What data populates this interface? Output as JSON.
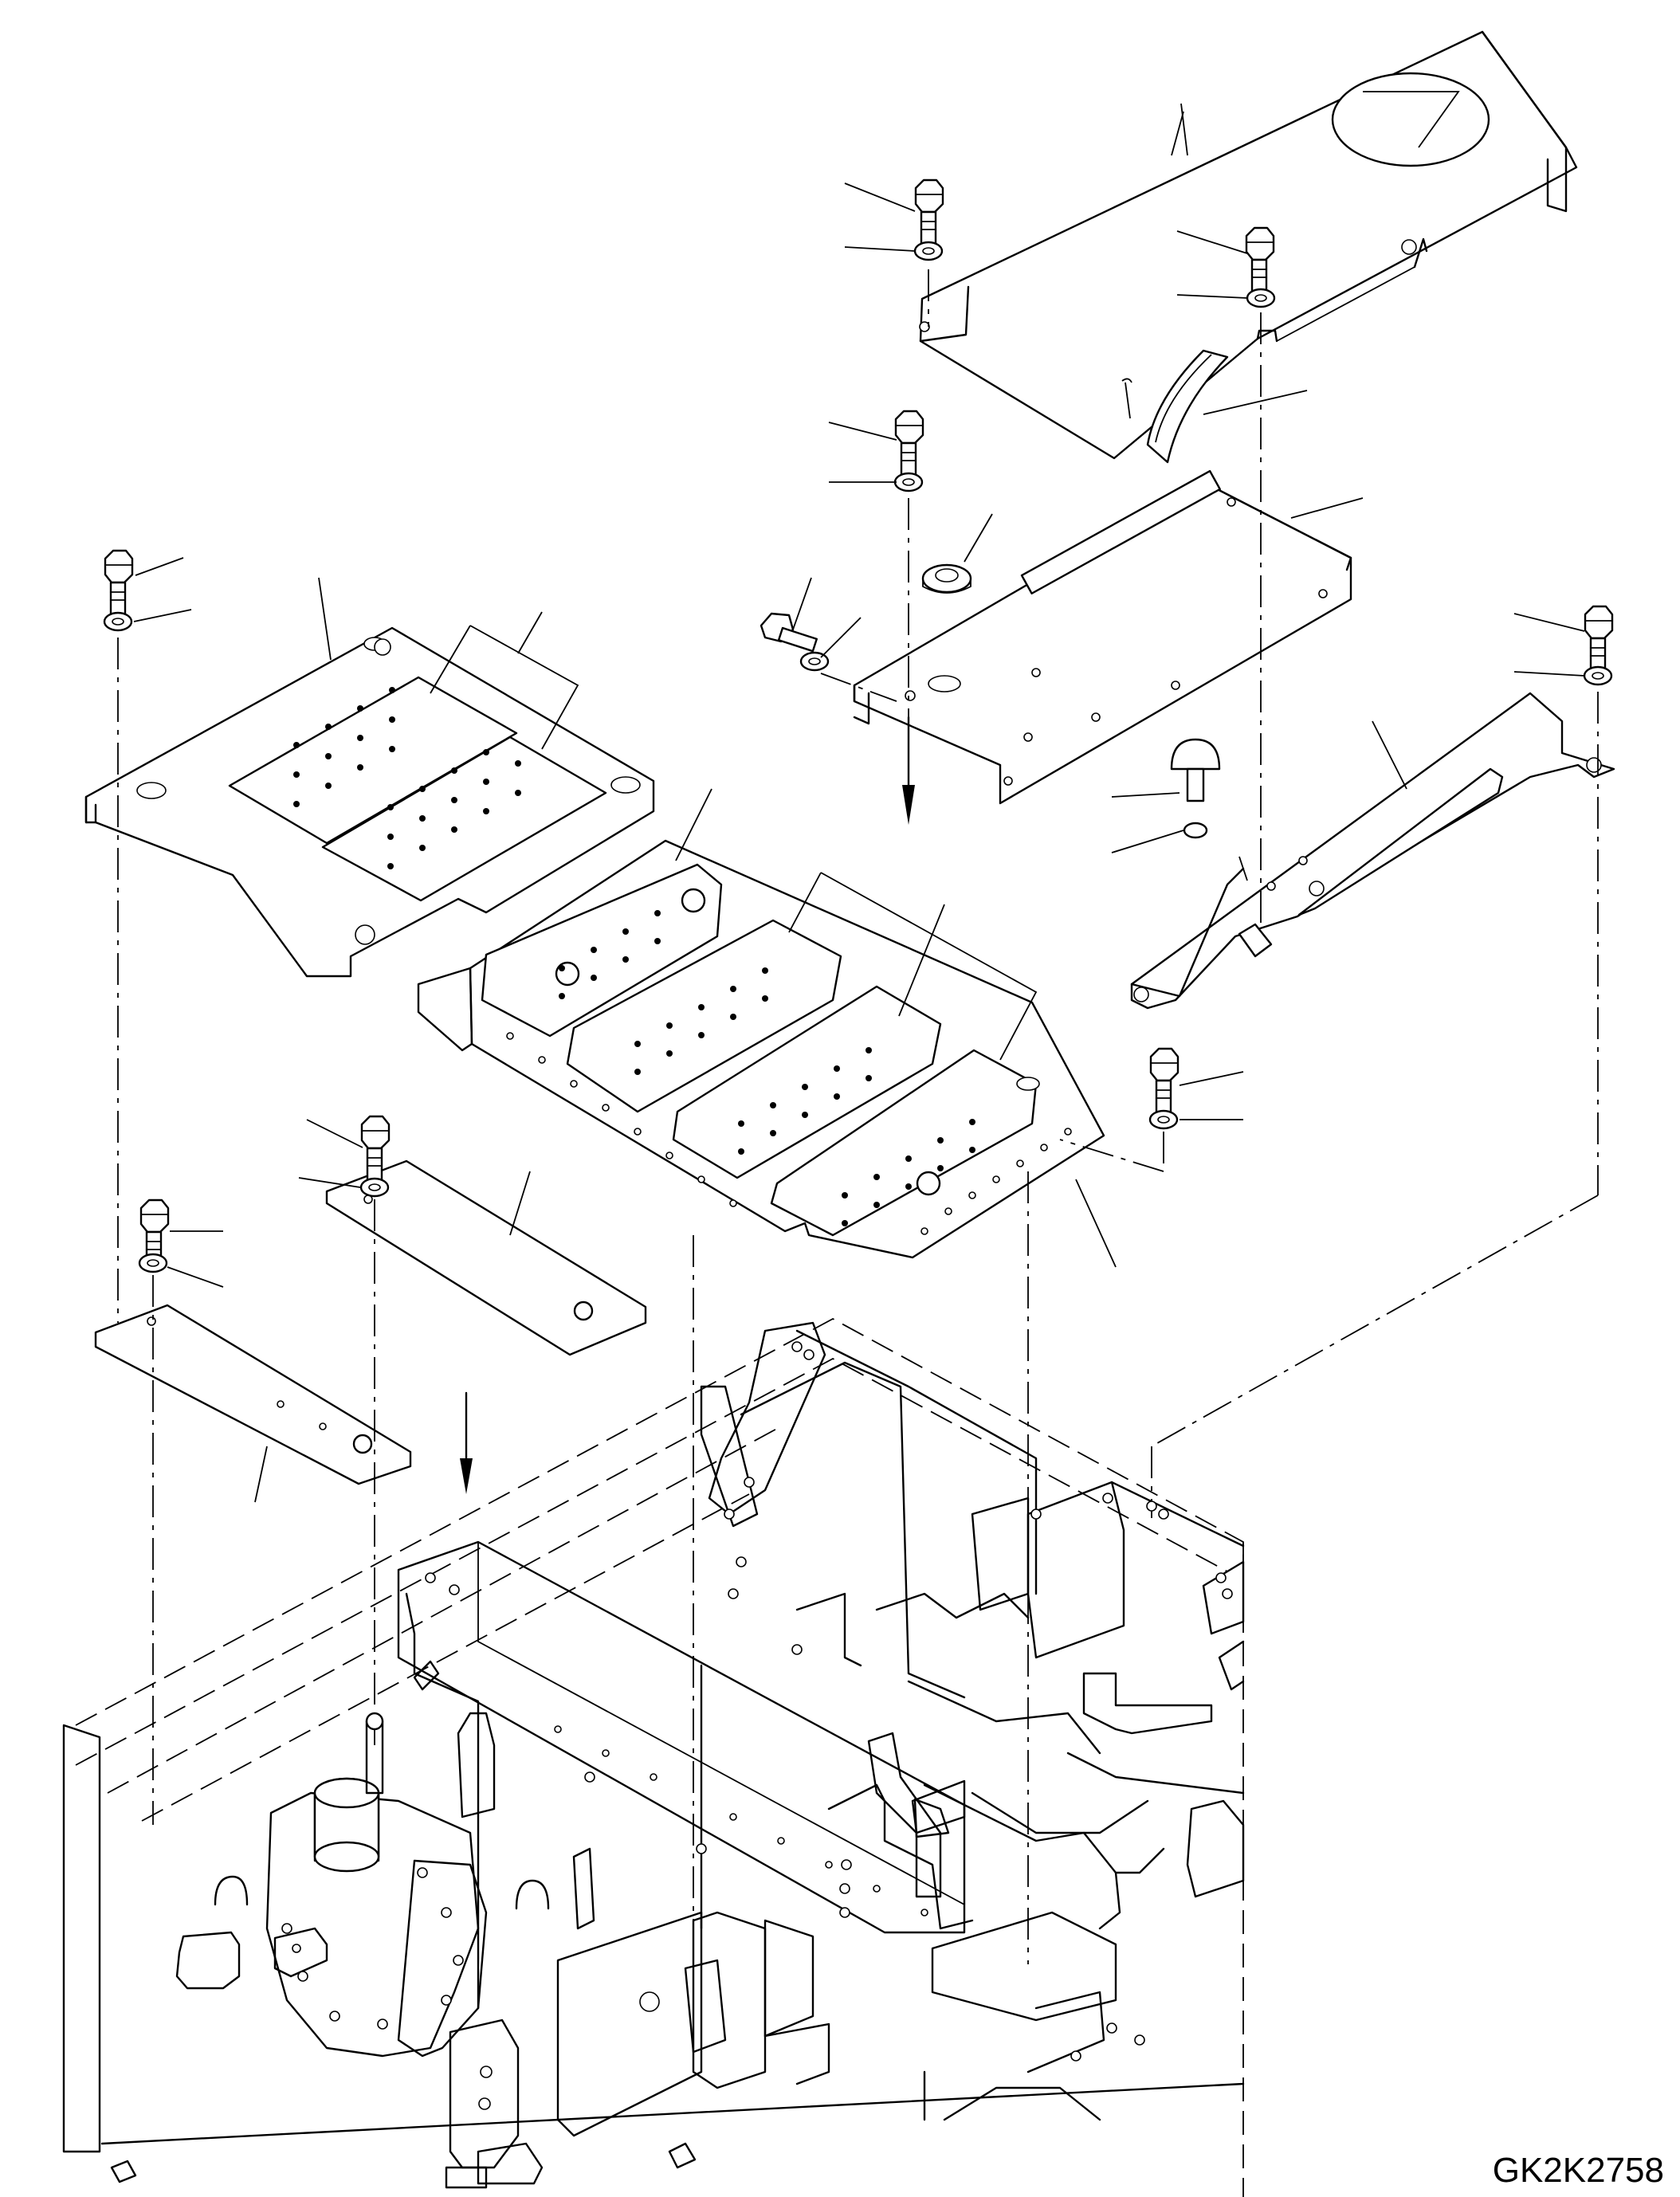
{
  "figure": {
    "drawing_code": "GK2K2758"
  },
  "parts": [
    {
      "name": "upper-cover",
      "icon": "sheet-cover"
    },
    {
      "name": "seal-strip",
      "icon": "rubber-seal"
    },
    {
      "name": "middle-cover",
      "icon": "sheet-plate"
    },
    {
      "name": "grommet",
      "icon": "rubber-grommet"
    },
    {
      "name": "left-floor-plate",
      "icon": "perforated-plate"
    },
    {
      "name": "center-floor-plate",
      "icon": "perforated-plate"
    },
    {
      "name": "right-bracket",
      "icon": "bracket-with-damper"
    },
    {
      "name": "bar-bracket-upper",
      "icon": "flat-bar"
    },
    {
      "name": "bar-bracket-lower",
      "icon": "flat-bar"
    },
    {
      "name": "bolt",
      "icon": "hex-bolt"
    },
    {
      "name": "washer",
      "icon": "flat-washer"
    },
    {
      "name": "knob-pin",
      "icon": "pin"
    },
    {
      "name": "frame",
      "icon": "machine-frame"
    }
  ]
}
